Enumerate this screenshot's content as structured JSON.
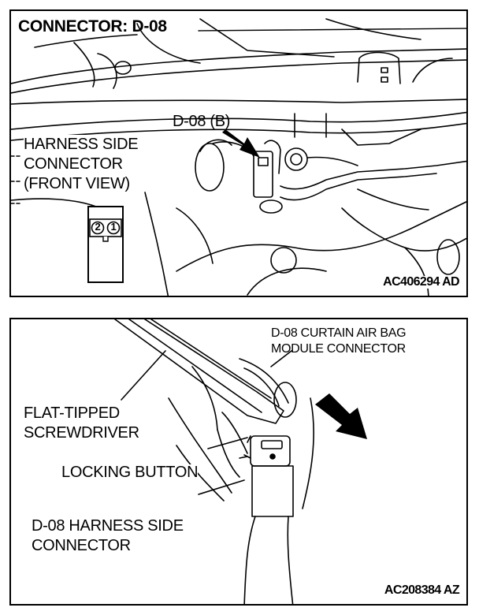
{
  "top_panel": {
    "title": "CONNECTOR: D-08",
    "callout_connector": "D-08 (B)",
    "harness_label": "HARNESS SIDE\nCONNECTOR\n(FRONT VIEW)",
    "pin_2": "2",
    "pin_1": "1",
    "figure_code": "AC406294 AD"
  },
  "bottom_panel": {
    "module_label": "D-08 CURTAIN AIR BAG\nMODULE CONNECTOR",
    "screwdriver_label": "FLAT-TIPPED\nSCREWDRIVER",
    "locking_button_label": "LOCKING BUTTON",
    "harness_connector_label": "D-08 HARNESS SIDE\nCONNECTOR",
    "figure_code": "AC208384 AZ"
  }
}
